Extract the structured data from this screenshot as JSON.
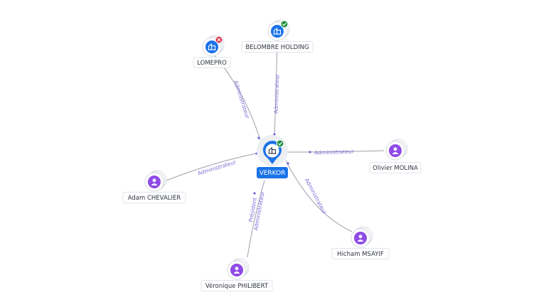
{
  "colors": {
    "person": "#8f4be8",
    "company": "#1a73e8",
    "active_badge": "#1e8e3e",
    "closed_badge": "#d93050",
    "edge": "#9aa0ab",
    "edge_label": "#7b6fd6"
  },
  "center": {
    "id": "verkor",
    "label": "VERKOR",
    "type": "company",
    "icon": "building-icon",
    "badge": "check-icon"
  },
  "nodes": [
    {
      "id": "lomepro",
      "label": "LOMEPRO",
      "type": "company",
      "icon": "building-icon",
      "badge": "cross-icon"
    },
    {
      "id": "belombre",
      "label": "BELOMBRE HOLDING",
      "type": "company",
      "icon": "building-icon",
      "badge": "check-icon"
    },
    {
      "id": "olivier",
      "label": "Olivier MOLINA",
      "type": "person",
      "icon": "person-icon"
    },
    {
      "id": "adam",
      "label": "Adam CHEVALIER",
      "type": "person",
      "icon": "person-icon"
    },
    {
      "id": "hicham",
      "label": "Hicham MSAYIF",
      "type": "person",
      "icon": "person-icon"
    },
    {
      "id": "veronique",
      "label": "Véronique PHILIBERT",
      "type": "person",
      "icon": "person-icon"
    }
  ],
  "edges": [
    {
      "from": "lomepro",
      "to": "verkor",
      "labels": [
        "Administrateur"
      ]
    },
    {
      "from": "belombre",
      "to": "verkor",
      "labels": [
        "Administrateur"
      ]
    },
    {
      "from": "olivier",
      "to": "verkor",
      "labels": [
        "Administrateur"
      ]
    },
    {
      "from": "adam",
      "to": "verkor",
      "labels": [
        "Administrateur"
      ]
    },
    {
      "from": "hicham",
      "to": "verkor",
      "labels": [
        "Administrateur"
      ]
    },
    {
      "from": "veronique",
      "to": "verkor",
      "labels": [
        "Président",
        "Administrateur"
      ]
    }
  ]
}
